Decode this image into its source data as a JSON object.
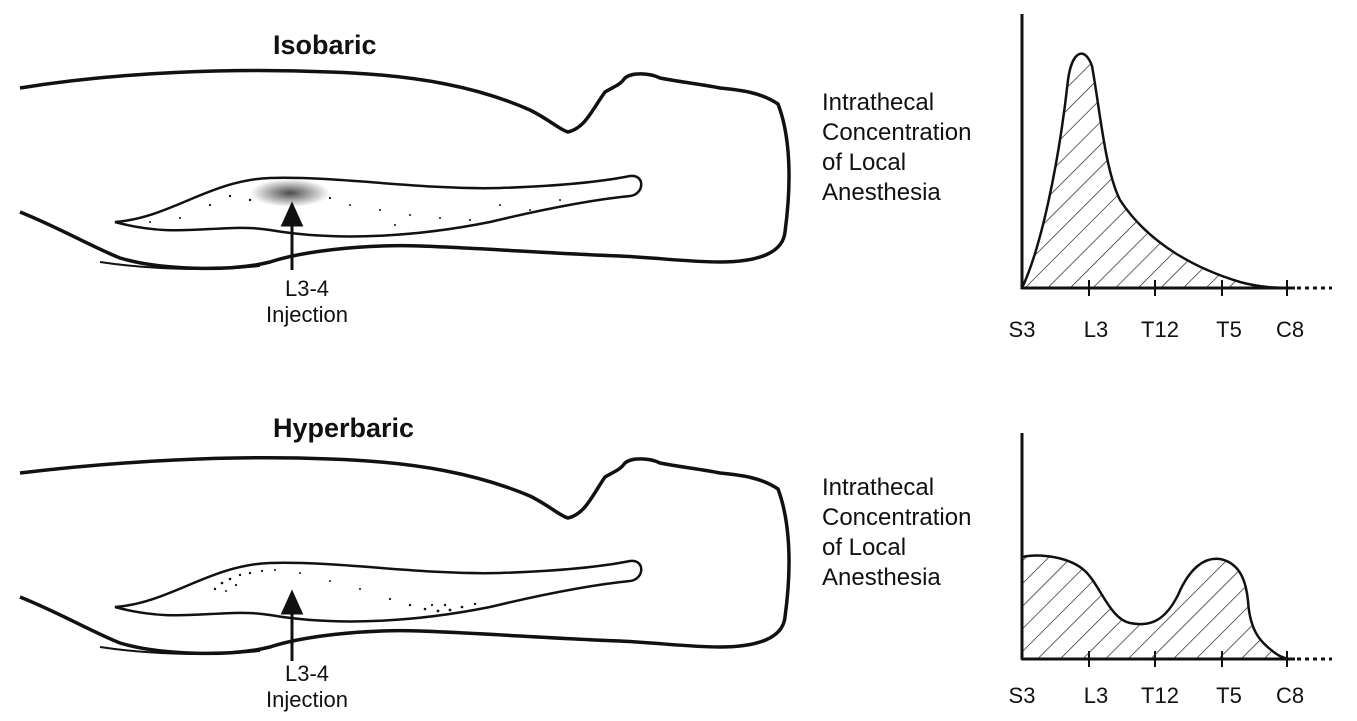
{
  "diagram_title": "",
  "panels": [
    {
      "title": "Isobaric",
      "injection_label_line1": "L3-4",
      "injection_label_line2": "Injection",
      "ylabel": [
        "Intrathecal",
        "Concentration",
        "of Local",
        "Anesthesia"
      ],
      "x_ticks": [
        "S3",
        "L3",
        "T12",
        "T5",
        "C8"
      ]
    },
    {
      "title": "Hyperbaric",
      "injection_label_line1": "L3-4",
      "injection_label_line2": "Injection",
      "ylabel": [
        "Intrathecal",
        "Concentration",
        "of Local",
        "Anesthesia"
      ],
      "x_ticks": [
        "S3",
        "L3",
        "T12",
        "T5",
        "C8"
      ]
    }
  ],
  "colors": {
    "line": "#111111",
    "background": "#ffffff"
  }
}
